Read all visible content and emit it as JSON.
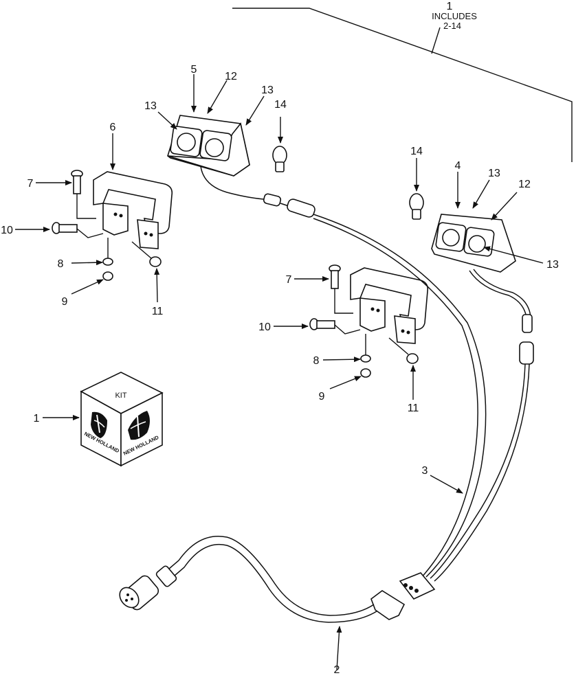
{
  "callouts": {
    "c1_top": "1",
    "includes": "INCLUDES",
    "range": "2-14",
    "c1_kit": "1",
    "c2": "2",
    "c3": "3",
    "c4": "4",
    "c5": "5",
    "c6": "6",
    "c7_left": "7",
    "c7_right": "7",
    "c8_left": "8",
    "c8_right": "8",
    "c9_left": "9",
    "c9_right": "9",
    "c10_left": "10",
    "c10_right": "10",
    "c11_left": "11",
    "c11_right": "11",
    "c12_top": "12",
    "c12_right": "12",
    "c13_a": "13",
    "c13_b": "13",
    "c13_c": "13",
    "c13_d": "13",
    "c14_top": "14",
    "c14_right": "14"
  },
  "kit_box": {
    "top_text": "KIT",
    "brand_left": "NEW HOLLAND",
    "brand_right": "NEW HOLLAND"
  }
}
